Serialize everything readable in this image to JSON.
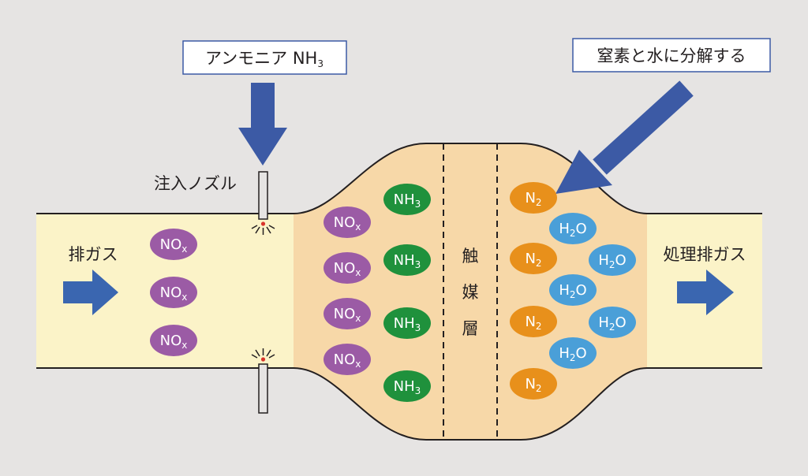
{
  "labels": {
    "ammonia_box": "アンモニア NH",
    "ammonia_box_sub": "3",
    "decompose_box": "窒素と水に分解する",
    "nozzle": "注入ノズル",
    "exhaust_in": "排ガス",
    "exhaust_out": "処理排ガス",
    "catalyst_1": "触",
    "catalyst_2": "媒",
    "catalyst_3": "層"
  },
  "molecules": {
    "nox": {
      "main": "NO",
      "sub": "x",
      "color": "#9b5ba5"
    },
    "nh3": {
      "main": "NH",
      "sub": "3",
      "color": "#1f913c"
    },
    "n2": {
      "main": "N",
      "sub": "2",
      "color": "#e8901b"
    },
    "h2o": {
      "main": "H",
      "sub": "2",
      "tail": "O",
      "color": "#4a9fd8"
    }
  },
  "colors": {
    "background": "#e6e4e3",
    "pipe": "#fbf3c8",
    "reactor": "#f7d8a8",
    "arrow": "#3c5aa5",
    "flow_arrow": "#3a66b0",
    "outline": "#231f20"
  }
}
